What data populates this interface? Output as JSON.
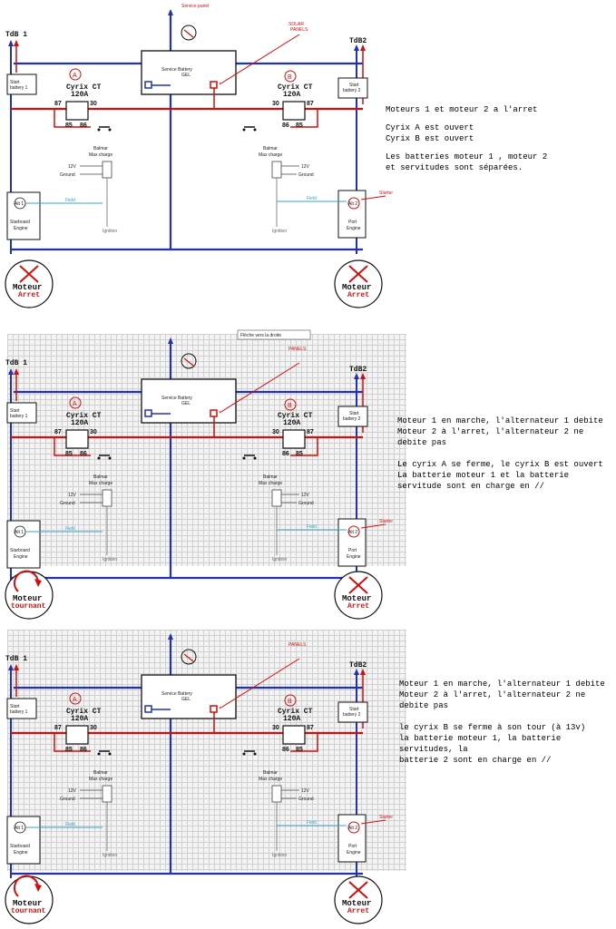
{
  "labels": {
    "service_panel": "Service panel",
    "solar_panels": "SOLAR PANELS",
    "panels": "PANELS",
    "tdb1": "TdB 1",
    "tdb2": "TdB2",
    "start_battery_1": "Start battery 1",
    "start_battery_2": "Start battery 2",
    "service_battery": "Service Battery",
    "gel": "GEL",
    "cyrix_a_letter": "A",
    "cyrix_b_letter": "B",
    "cyrix_ct": "Cyrix CT",
    "cyrix_rating": "120A",
    "t87": "87",
    "t30": "30",
    "t85": "85",
    "t86": "86",
    "balmar": "Balmar",
    "max_charge": "Max charge",
    "v12": "12V",
    "ground": "Ground",
    "field": "Field",
    "ignition": "Ignition",
    "alt1": "Alt 1",
    "alt2": "Alt 2",
    "starter": "Starter",
    "starboard_engine": "Starboard Engine",
    "port_engine": "Port Engine",
    "moteur": "Moteur",
    "arret": "Arret",
    "tournant": "tournant",
    "fleche": "Flèche vers la droite"
  },
  "notes": {
    "panel1": [
      "Moteurs 1 et moteur 2 a l'arret",
      "Cyrix A est ouvert",
      "Cyrix B est ouvert",
      "Les batteries moteur 1 , moteur 2",
      "et servitudes sont séparées."
    ],
    "panel2": [
      "Moteur 1 en marche, l'alternateur 1 debite",
      "Moteur 2 à l'arret, l'alternateur 2 ne",
      "debite pas",
      "Le cyrix A se ferme, le cyrix B est ouvert",
      "La batterie moteur 1 et la batterie",
      "servitude sont en charge en //"
    ],
    "panel3": [
      "Moteur 1 en marche, l'alternateur 1 debite",
      "Moteur 2 à l'arret, l'alternateur 2 ne",
      "debite pas",
      "le cyrix B se ferme à son tour (à 13v)",
      "la batterie moteur 1, la batterie servitudes, la",
      "batterie 2 sont en charge en //"
    ]
  },
  "panels": [
    {
      "left_state": "Arret",
      "right_state": "Arret",
      "grid": false,
      "panels_label": "SOLAR PANELS",
      "panel_label": "Service panel",
      "fleche": false
    },
    {
      "left_state": "tournant",
      "right_state": "Arret",
      "grid": true,
      "panels_label": "PANELS",
      "panel_label": "",
      "fleche": true
    },
    {
      "left_state": "tournant",
      "right_state": "Arret",
      "grid": true,
      "panels_label": "PANELS",
      "panel_label": "",
      "fleche": false
    }
  ],
  "colors": {
    "blue": "#2233aa",
    "red": "#cc1111",
    "teal": "#3ba3c4",
    "gray": "#888888"
  }
}
